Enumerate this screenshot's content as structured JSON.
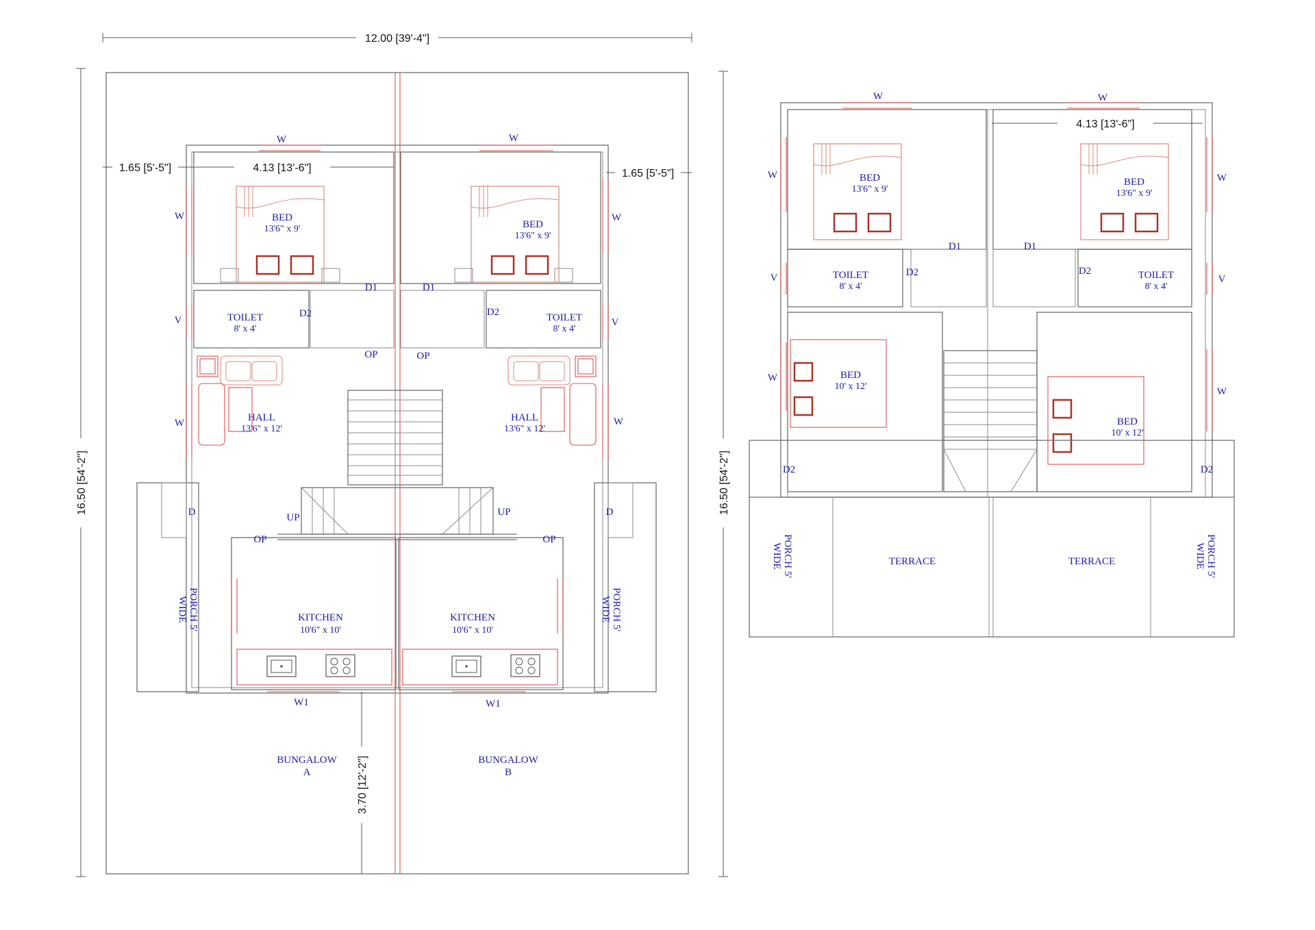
{
  "dimensions": {
    "overall_width": "12.00 [39'-4\"]",
    "overall_depth": "16.50 [54'-2\"]",
    "side_margin": "1.65 [5'-5\"]",
    "bed_width": "4.13 [13'-6\"]",
    "front_setback": "3.70 [12'-2\"]"
  },
  "labels": {
    "window": "W",
    "window_w1": "W1",
    "ventilator": "V",
    "door_d": "D",
    "door_d1": "D1",
    "door_d2": "D2",
    "opening": "OP",
    "up": "UP",
    "bed": "BED",
    "bed_size_large": "13'6\" x 9'",
    "bed_size_small": "10' x 12'",
    "toilet": "TOILET",
    "toilet_size": "8' x 4'",
    "hall": "HALL",
    "hall_size": "13'6\" x 12'",
    "kitchen": "KITCHEN",
    "kitchen_size": "10'6\" x 10'",
    "porch_line1": "PORCH 5'",
    "porch_line2": "WIDE",
    "terrace": "TERRACE",
    "bungalow": "BUNGALOW",
    "bungalow_a": "A",
    "bungalow_b": "B"
  }
}
